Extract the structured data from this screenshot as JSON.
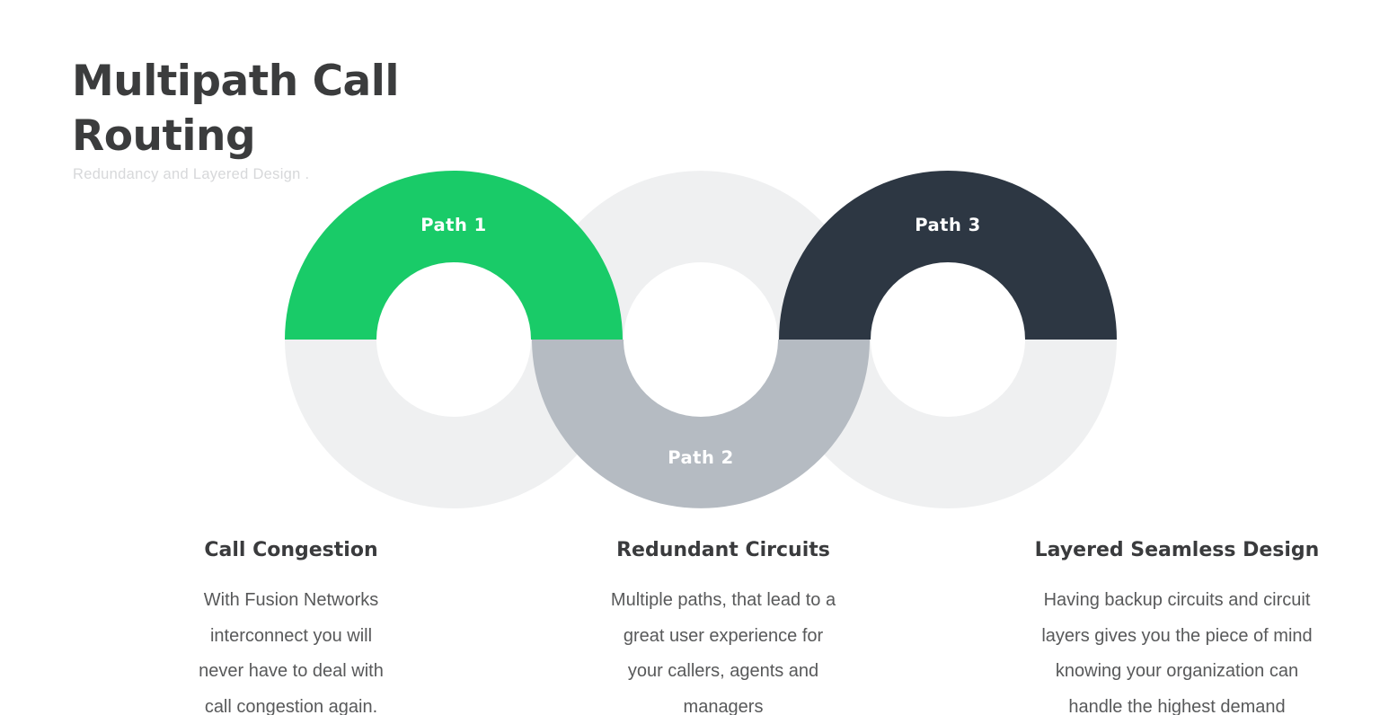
{
  "header": {
    "title_line1": "Multipath Call",
    "title_line2": "Routing",
    "subtitle": "Redundancy and Layered Design ."
  },
  "colors": {
    "green": "#19cb68",
    "dark": "#2d3743",
    "mid_gray": "#b5bbc2",
    "light_gray": "#eff0f1",
    "label_white": "#ffffff"
  },
  "diagram": {
    "rings": [
      {
        "label": "Path 1",
        "label_position": "top",
        "top_color_name": "green",
        "bottom_color_name": "light_gray"
      },
      {
        "label": "Path 2",
        "label_position": "bottom",
        "top_color_name": "light_gray",
        "bottom_color_name": "mid_gray"
      },
      {
        "label": "Path 3",
        "label_position": "top",
        "top_color_name": "dark",
        "bottom_color_name": "light_gray"
      }
    ]
  },
  "columns": [
    {
      "heading": "Call Congestion",
      "lines": [
        "With Fusion Networks",
        "interconnect you will",
        "never have to deal with",
        "call congestion again."
      ]
    },
    {
      "heading": "Redundant Circuits",
      "lines": [
        "Multiple paths, that lead to a",
        "great user experience for",
        "your callers, agents and",
        "managers"
      ]
    },
    {
      "heading": "Layered Seamless Design",
      "lines": [
        "Having backup circuits and circuit",
        "layers gives you the piece of mind",
        "knowing your organization can",
        "handle the highest demand"
      ]
    }
  ]
}
